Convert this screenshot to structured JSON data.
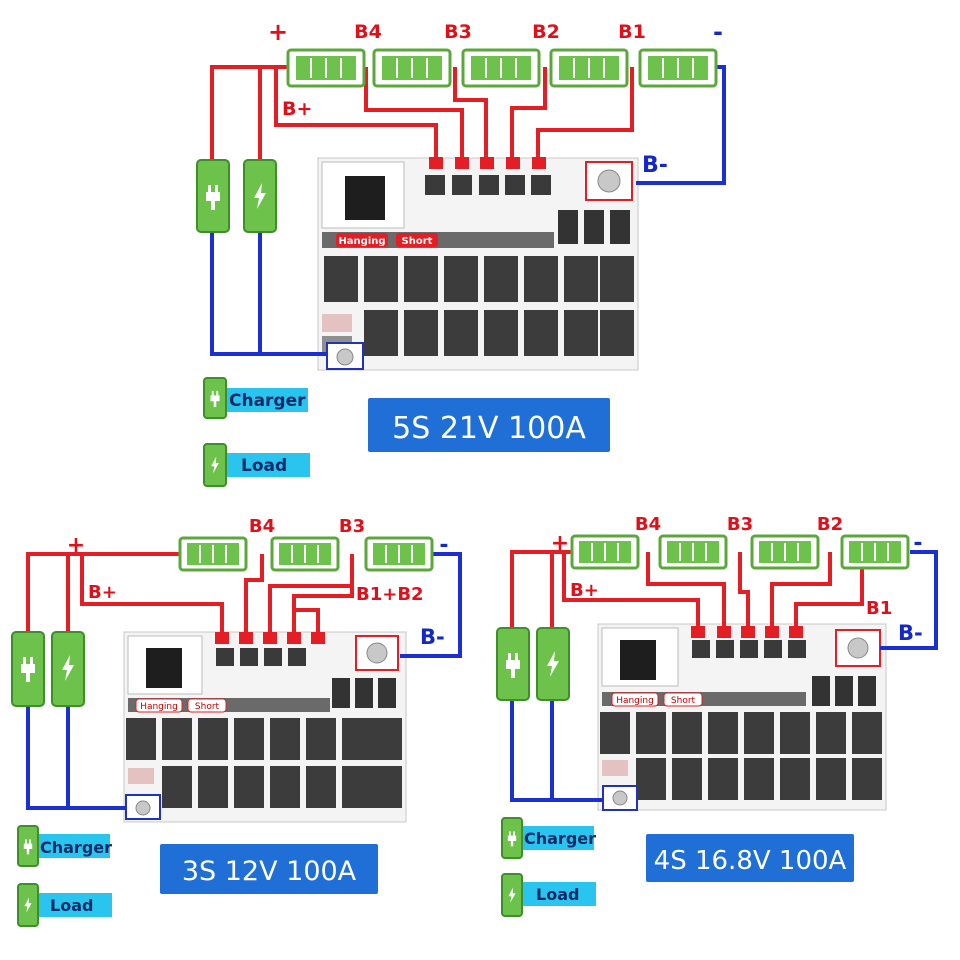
{
  "colors": {
    "positive_wire": "#e31e24",
    "negative_wire": "#1c2fd0",
    "battery_fill": "#6cc24a",
    "battery_border": "#3e8e2a",
    "spec_badge": "#1f6fd6",
    "legend_badge": "#29c5ee"
  },
  "diagrams": [
    {
      "id": "5s",
      "plus": "+",
      "minus": "-",
      "cell_labels": [
        "B4",
        "B3",
        "B2",
        "B1"
      ],
      "b_plus": "B+",
      "b_minus": "B-",
      "hanging": "Hanging",
      "short": "Short",
      "spec": "5S 21V 100A",
      "legend": {
        "charger": "Charger",
        "load": "Load"
      }
    },
    {
      "id": "3s",
      "plus": "+",
      "minus": "-",
      "cell_labels": [
        "B4",
        "B3"
      ],
      "extra_label": "B1+B2",
      "b_plus": "B+",
      "b_minus": "B-",
      "hanging": "Hanging",
      "short": "Short",
      "spec": "3S 12V 100A",
      "legend": {
        "charger": "Charger",
        "load": "Load"
      }
    },
    {
      "id": "4s",
      "plus": "+",
      "minus": "-",
      "cell_labels": [
        "B4",
        "B3",
        "B2"
      ],
      "extra_label": "B1",
      "b_plus": "B+",
      "b_minus": "B-",
      "hanging": "Hanging",
      "short": "Short",
      "spec": "4S 16.8V 100A",
      "legend": {
        "charger": "Charger",
        "load": "Load"
      }
    }
  ]
}
